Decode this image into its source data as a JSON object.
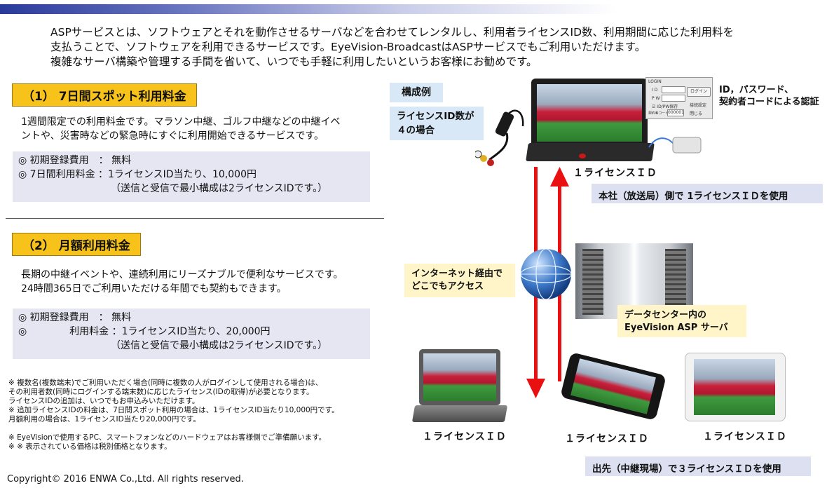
{
  "intro": {
    "line1": "ASPサービスとは、ソフトウェアとそれを動作させるサーバなどを合わせてレンタルし、利用者ライセンスID数、利用期間に応じた利用料を",
    "line2": "支払うことで、ソフトウェアを利用できるサービスです。EyeVision-BroadcastはASPサービスでもご利用いただけます。",
    "line3": "複雑なサーバ構築や管理する手間を省いて、いつでも手軽に利用したいというお客様にお勧めです。"
  },
  "plan1": {
    "heading": "（1） 7日間スポット利用料金",
    "desc1": "1週間限定での利用料金です。マラソン中継、ゴルフ中継などの中継イベ",
    "desc2": "ントや、災害時などの緊急時にすぐに利用開始できるサービスです。",
    "fee1": "◎  初期登録費用　：  無料",
    "fee2": "◎  7日間利用料金 ：1ライセンスID当たり、10,000円",
    "fee3": "（送信と受信で最小構成は2ライセンスIDです。）"
  },
  "plan2": {
    "heading": "（2） 月額利用料金",
    "desc1": "長期の中継イベントや、連続利用にリーズナブルで便利なサービスです。",
    "desc2": "24時間365日でご利用いただける年間でも契約もできます。",
    "fee1": "◎  初期登録費用　：  無料",
    "fee2_prefix": "◎",
    "fee2": "利用料金 ：1ライセンスID当たり、20,000円",
    "fee3": "（送信と受信で最小構成は2ライセンスIDです。）"
  },
  "notes": [
    "※  複数名(複数端末)でご利用いただく場合(同時に複数の人がログインして使用される場合)は、",
    "     その利用者数(同時にログインする端末数)に応じたライセンス(IDの取得)が必要となります。",
    "     ライセンスIDの追加は、いつでもお申込みいただけます。",
    "※  追加ライセンスIDの料金は、7日間スポット利用の場合は、1ライセンスID当たり10,000円です。",
    "                                    月額利用の場合は、1ライセンスID当たり20,000円です。",
    "",
    "※  EyeVisionで使用するPC、スマートフォンなどのハードウェアはお客様側でご準備願います。",
    "※  ※  表示されている価格は税別価格となります。"
  ],
  "copyright": "Copyright© 2016  ENWA Co.,Ltd.   All rights reserved.",
  "diagram": {
    "example_label": "構成例",
    "license_count_line1": "ライセンスID数が",
    "license_count_line2": "４の場合",
    "auth_line1": "ID，パスワード、",
    "auth_line2": "契約者コードによる認証",
    "login": {
      "title": "LOGIN",
      "id_label": "I D",
      "pw_label": "P W",
      "code_label": "契約者コード",
      "code_value": "000001",
      "login_button": "ログイン",
      "save_label": "ID/PW保存",
      "settings_label": "接続設定",
      "close_label": "閉じる"
    },
    "hq_license": "１ライセンスＩＤ",
    "hq_band": "本社（放送局）側で 1ライセンスＩＤを使用",
    "internet_line1": "インターネット経由で",
    "internet_line2": "どこでもアクセス",
    "datacenter_line1": "データセンター内の",
    "datacenter_line2": "EyeVision ASP サーバ",
    "site_license_laptop": "１ライセンスＩＤ",
    "site_license_phone": "１ライセンスＩＤ",
    "site_license_tablet": "１ライセンスＩＤ",
    "site_band": "出先（中継現場）で３ライセンスＩＤを使用"
  },
  "colors": {
    "heading_bg": "#f7c31a",
    "price_box_bg": "#e6e6f3",
    "arrow": "#e81010",
    "band_bg": "#dce0f0",
    "callout_bg": "#fff5c8",
    "label_bg": "#d8e8f6"
  }
}
